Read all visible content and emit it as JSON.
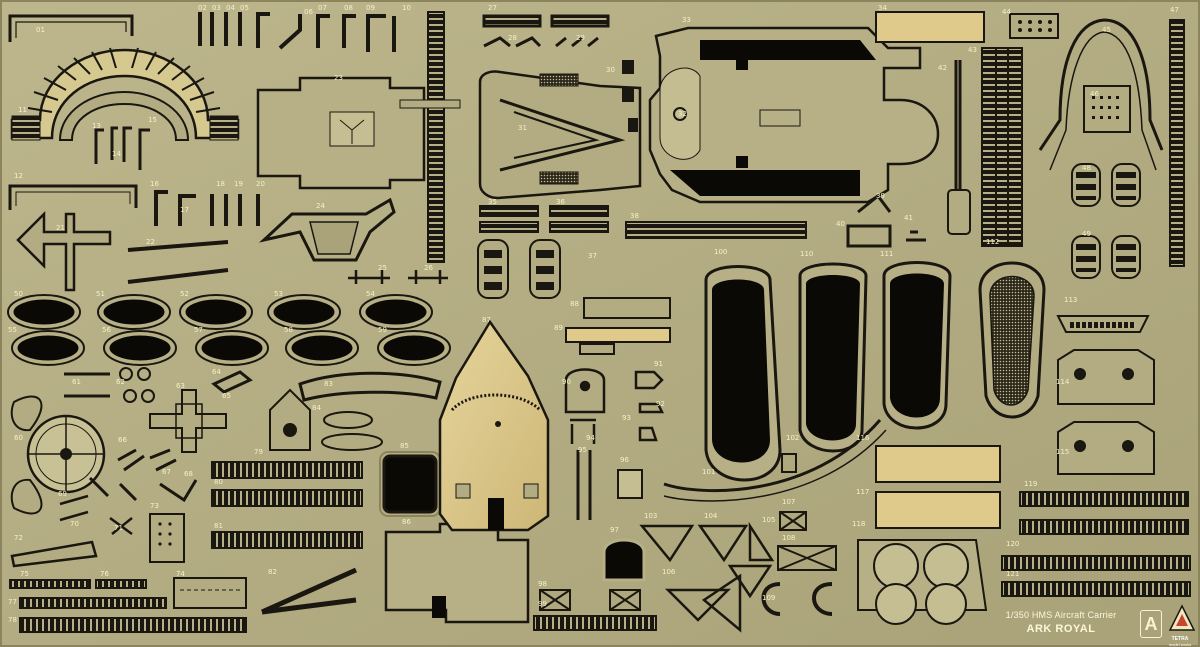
{
  "colors": {
    "brass": "#b7b086",
    "brass_light": "#d9cf97",
    "brass_shadow": "#7b744e",
    "gold_plate": "#dfc98b",
    "void": "#0a0906",
    "label": "#f4f0c6"
  },
  "sheet": {
    "title_line1": "1/350 HMS Aircraft Carrier",
    "title_line2": "ARK ROYAL",
    "sheet_letter": "A",
    "brand": "TETRA",
    "brand_sub": "model works"
  },
  "part_numbers": [
    "01",
    "02",
    "03",
    "04",
    "05",
    "06",
    "07",
    "08",
    "09",
    "10",
    "11",
    "12",
    "13",
    "14",
    "15",
    "16",
    "17",
    "18",
    "19",
    "20",
    "21",
    "22",
    "23",
    "24",
    "25",
    "26",
    "27",
    "28",
    "29",
    "30",
    "31",
    "32",
    "33",
    "34",
    "35",
    "36",
    "37",
    "38",
    "39",
    "40",
    "41",
    "42",
    "43",
    "44",
    "45",
    "46",
    "47",
    "48",
    "49",
    "50",
    "51",
    "52",
    "53",
    "54",
    "55",
    "56",
    "57",
    "58",
    "59",
    "60",
    "61",
    "62",
    "63",
    "64",
    "65",
    "66",
    "67",
    "68",
    "69",
    "70",
    "71",
    "72",
    "73",
    "74",
    "75",
    "76",
    "77",
    "78",
    "79",
    "80",
    "81",
    "82",
    "83",
    "84",
    "85",
    "86",
    "87",
    "88",
    "89",
    "90",
    "91",
    "92",
    "93",
    "94",
    "95",
    "96",
    "97",
    "98",
    "99",
    "100",
    "101",
    "102",
    "103",
    "104",
    "105",
    "106",
    "107",
    "108",
    "109",
    "110",
    "111",
    "112",
    "113",
    "114",
    "115",
    "116",
    "117",
    "118",
    "119",
    "120",
    "121"
  ]
}
